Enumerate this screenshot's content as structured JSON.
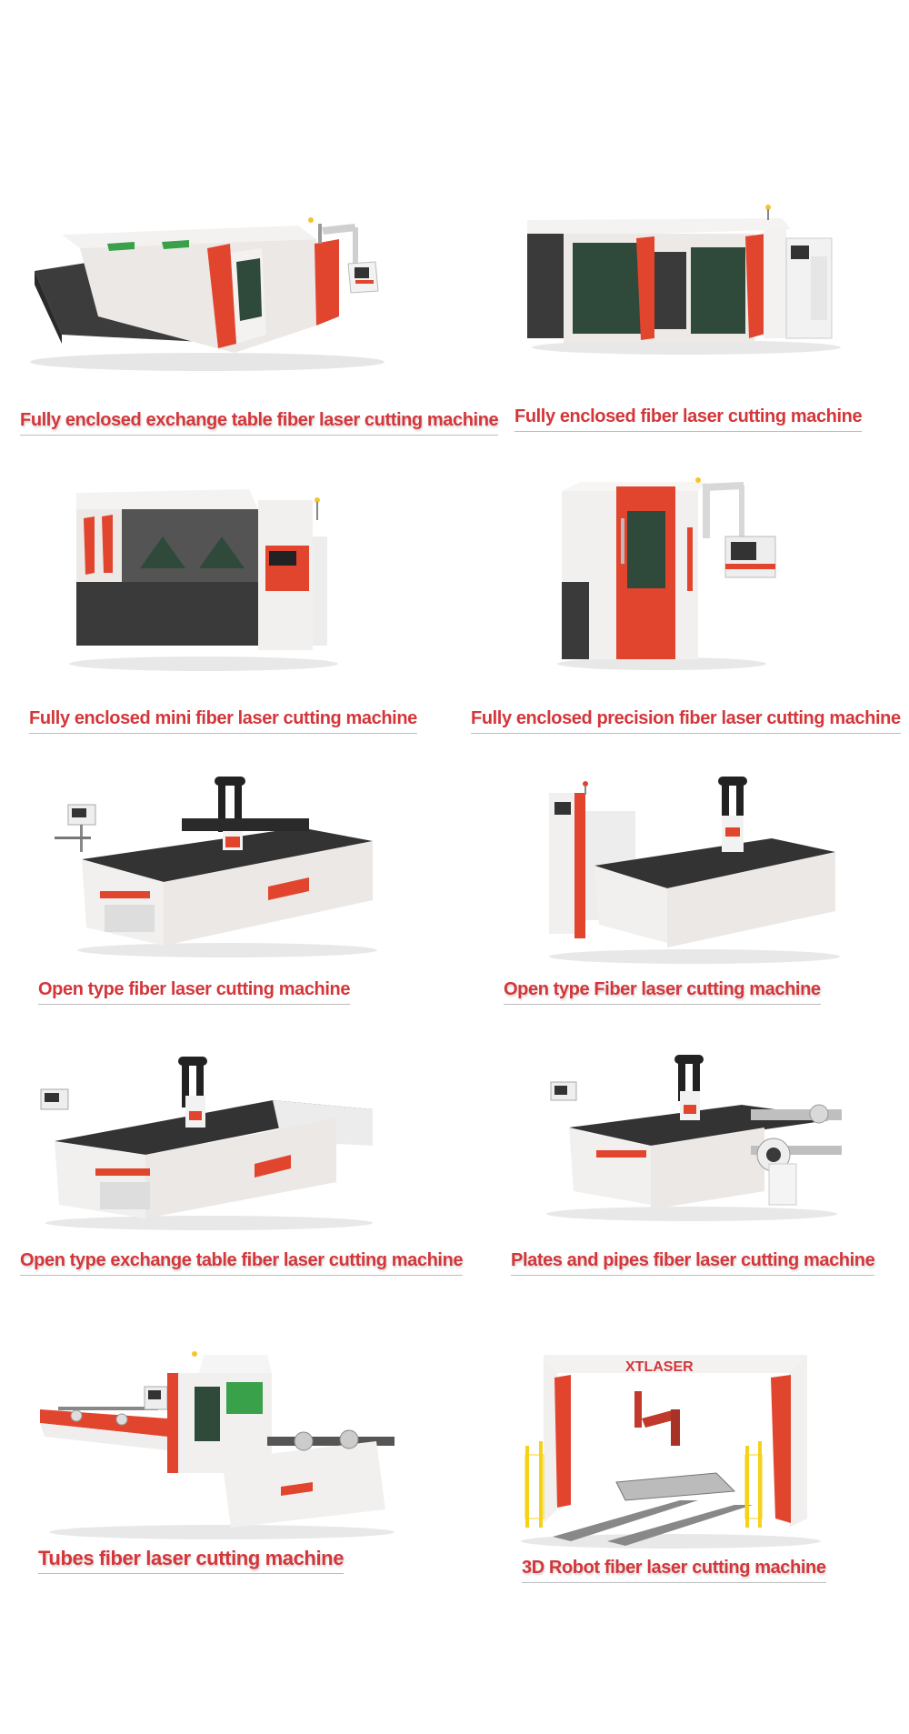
{
  "colors": {
    "caption_red": "#d4363a",
    "machine_red": "#e2452e",
    "machine_white": "#f2f0ef",
    "machine_dark": "#3a3a3a",
    "glass_green": "#2f4a3a"
  },
  "products": [
    {
      "caption": "Fully enclosed exchange table fiber laser cutting machine"
    },
    {
      "caption": "Fully enclosed fiber laser cutting machine"
    },
    {
      "caption": "Fully enclosed mini fiber laser cutting machine"
    },
    {
      "caption": "Fully enclosed precision fiber laser cutting machine"
    },
    {
      "caption": "Open type fiber laser cutting machine"
    },
    {
      "caption": "Open type Fiber laser cutting machine"
    },
    {
      "caption": "Open type exchange table fiber laser cutting machine"
    },
    {
      "caption": "Plates and pipes fiber laser cutting machine"
    },
    {
      "caption": "Tubes fiber laser cutting machine"
    },
    {
      "caption": "3D Robot fiber laser cutting machine"
    }
  ],
  "brand_text": "XTLASER"
}
